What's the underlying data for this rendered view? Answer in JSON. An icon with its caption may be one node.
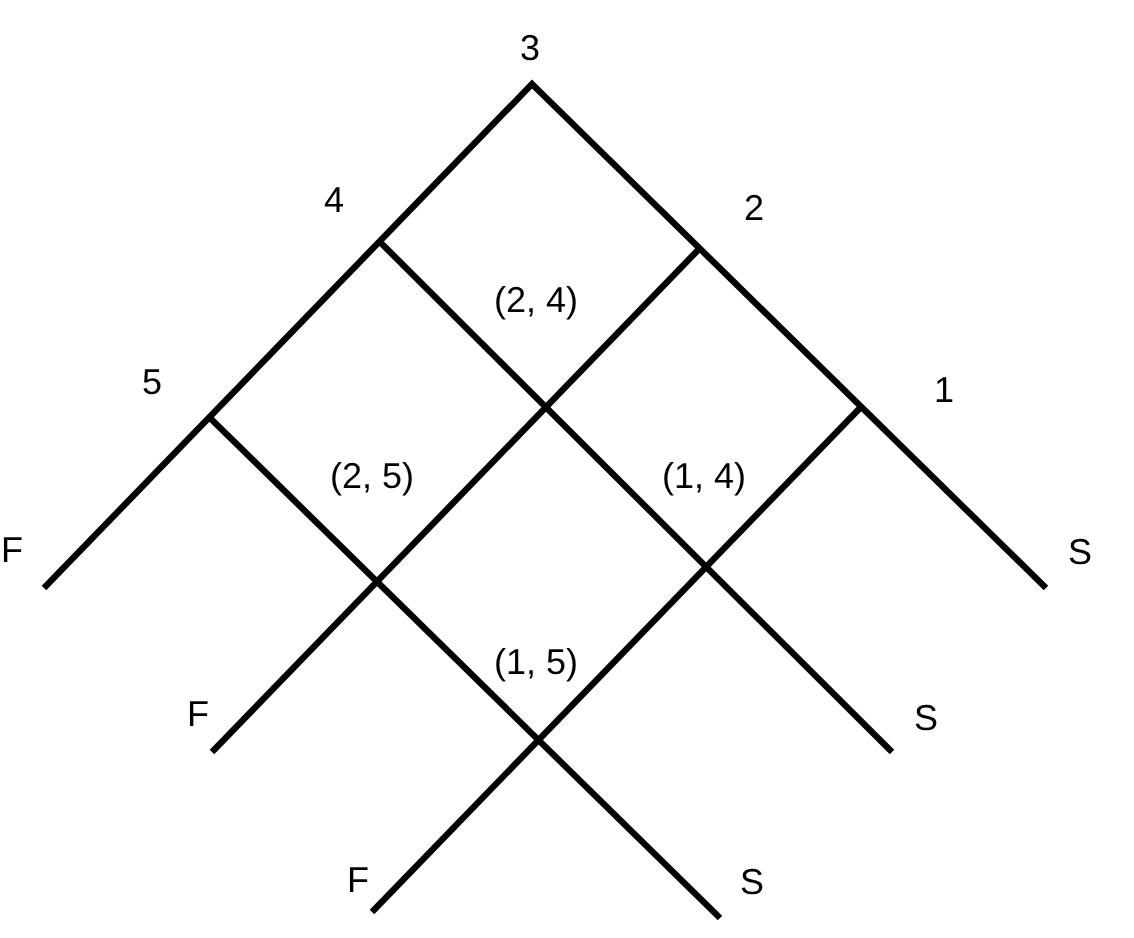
{
  "diagram": {
    "labels": [
      "3",
      "4",
      "2",
      "(2, 4)",
      "5",
      "1",
      "(2, 5)",
      "(1, 4)",
      "F",
      "S",
      "(1, 5)",
      "F",
      "S",
      "F",
      "S"
    ]
  }
}
